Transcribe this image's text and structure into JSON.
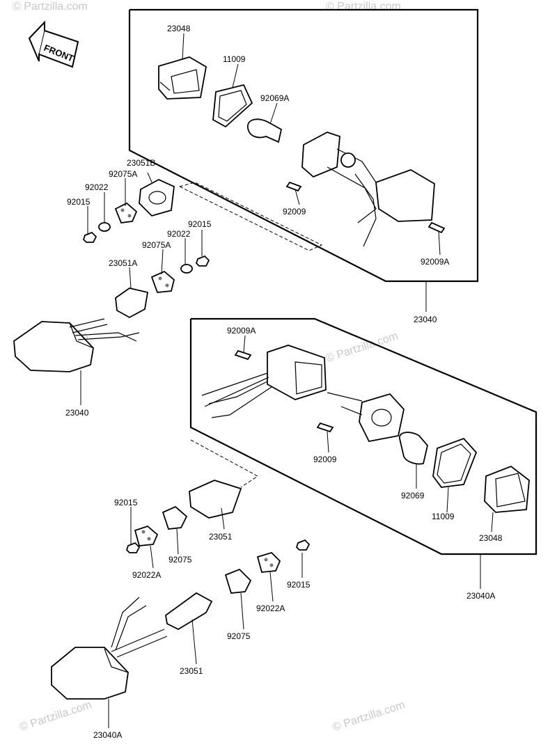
{
  "direction": {
    "label": "FRONT"
  },
  "watermark": "© Partzilla.com",
  "colors": {
    "line": "#000000",
    "watermark": "#c8c8c8",
    "background": "#ffffff"
  },
  "labels": {
    "23048_top": "23048",
    "11009_top": "11009",
    "92069A": "92069A",
    "23051B": "23051B",
    "92075A_top": "92075A",
    "92022_top": "92022",
    "92015_top": "92015",
    "92009_top": "92009",
    "92009A_top": "92009A",
    "92015_mid": "92015",
    "92022_mid": "92022",
    "92075A_mid": "92075A",
    "23051A": "23051A",
    "23040_right": "23040",
    "23040_left": "23040",
    "92009A_mid": "92009A",
    "92009_mid": "92009",
    "92069": "92069",
    "11009_mid": "11009",
    "23048_mid": "23048",
    "92015_low": "92015",
    "23051_mid": "23051",
    "92075_mid": "92075",
    "92022A_left": "92022A",
    "23040A_right": "23040A",
    "92015_bottom": "92015",
    "92022A_right": "92022A",
    "92075_bottom": "92075",
    "23051_bottom": "23051",
    "23040A_bottom": "23040A"
  }
}
